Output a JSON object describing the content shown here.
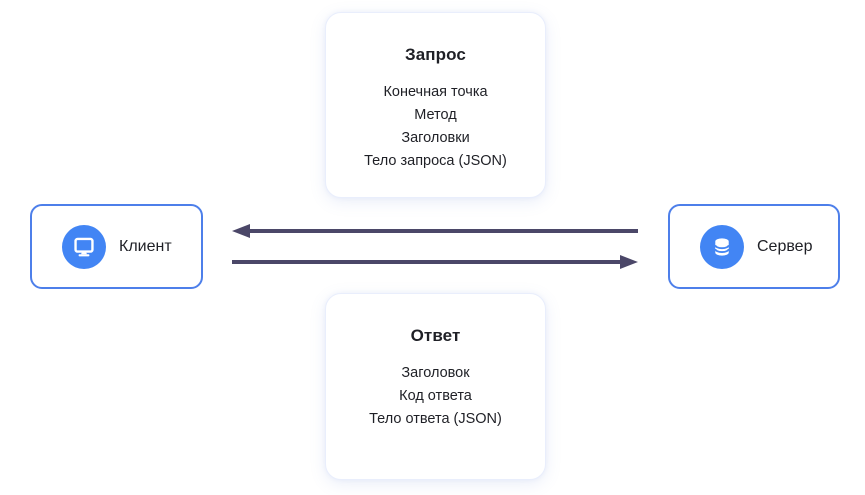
{
  "colors": {
    "node_border": "#4d7fea",
    "icon_circle": "#4285f4",
    "arrow": "#4b4768",
    "card_border": "#e9eefc",
    "text": "#1f2026"
  },
  "request_card": {
    "title": "Запрос",
    "items": [
      "Конечная точка",
      "Метод",
      "Заголовки",
      "Тело запроса (JSON)"
    ]
  },
  "response_card": {
    "title": "Ответ",
    "items": [
      "Заголовок",
      "Код ответа",
      "Тело ответа (JSON)"
    ]
  },
  "client_node": {
    "label": "Клиент",
    "icon": "monitor-icon"
  },
  "server_node": {
    "label": "Сервер",
    "icon": "database-icon"
  },
  "arrows": {
    "top_direction": "left",
    "bottom_direction": "right"
  }
}
